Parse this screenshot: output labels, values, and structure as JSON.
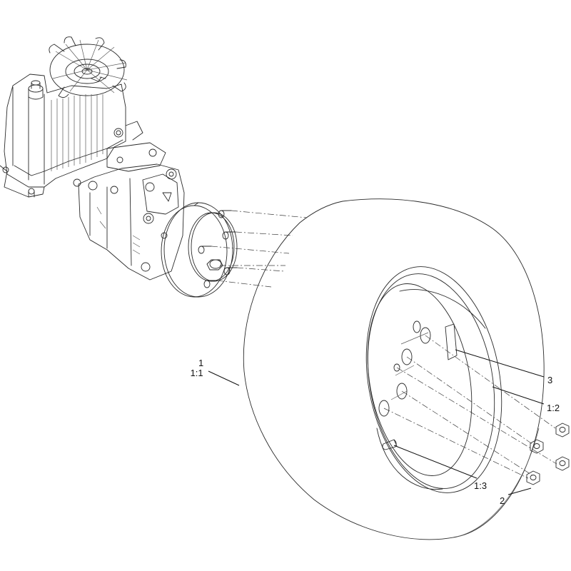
{
  "callouts": {
    "tire_wheel_assembly": {
      "line1": "1",
      "line2": "1:1"
    },
    "valve_stem": "1:3",
    "wheel_rim": "1:2",
    "decal": "3",
    "lug_nut": "2"
  }
}
